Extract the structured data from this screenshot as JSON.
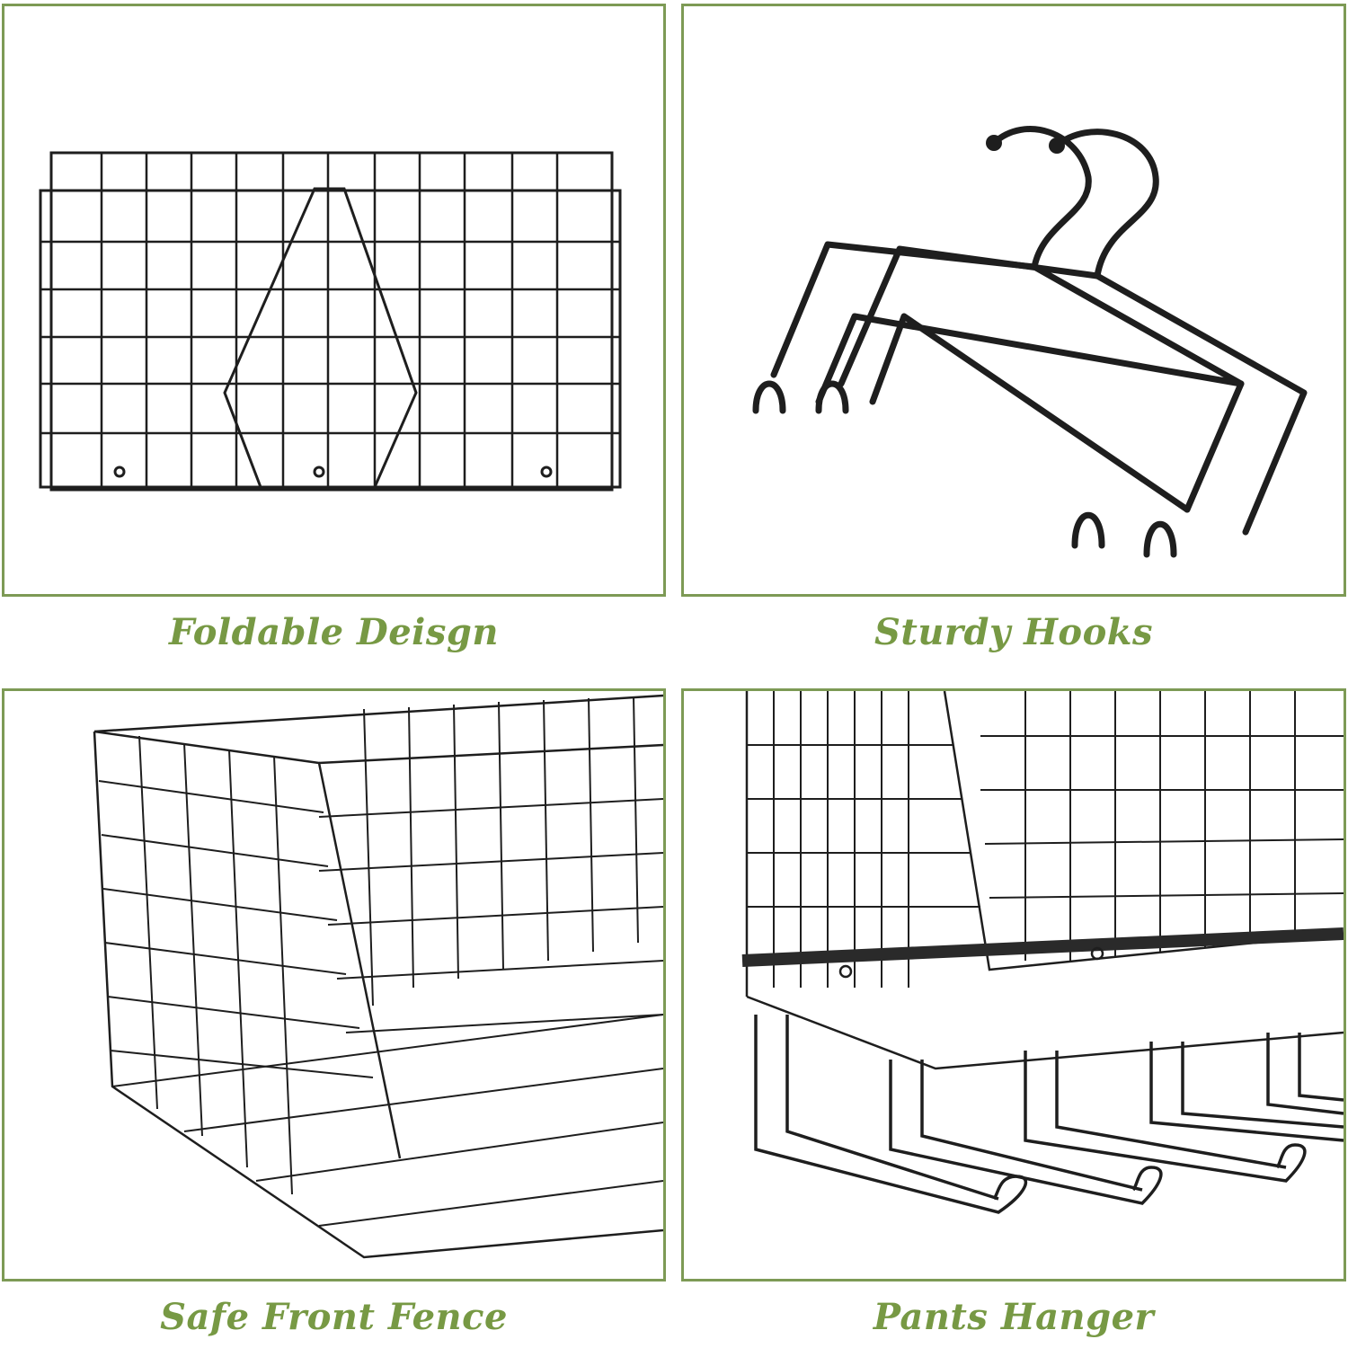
{
  "colors": {
    "border": "#7d9a55",
    "caption": "#779944",
    "wire": "#1e1e1e",
    "background": "#ffffff"
  },
  "panels": [
    {
      "id": "foldable",
      "caption": "Foldable Deisgn",
      "image": "folded-wire-basket-icon"
    },
    {
      "id": "hooks",
      "caption": "Sturdy Hooks",
      "image": "hanger-hooks-icon"
    },
    {
      "id": "fence",
      "caption": "Safe Front Fence",
      "image": "wire-basket-front-fence-icon"
    },
    {
      "id": "pants",
      "caption": "Pants Hanger",
      "image": "pants-hanger-rack-icon"
    }
  ]
}
